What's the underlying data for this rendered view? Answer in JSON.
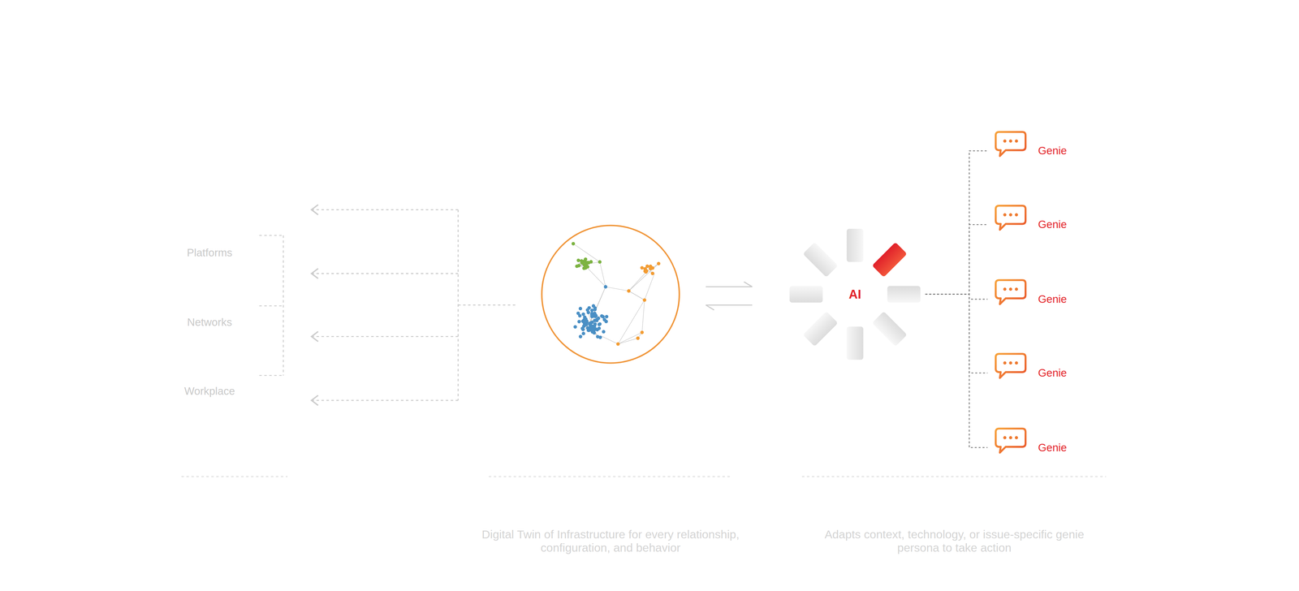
{
  "diagram": {
    "nodes": [
      {
        "text": [
          "AI"
        ]
      },
      {
        "text": [
          "Genie"
        ]
      },
      {
        "text": [
          "Genie"
        ]
      },
      {
        "text": [
          "Genie"
        ]
      },
      {
        "text": [
          "Genie"
        ]
      },
      {
        "text": [
          "Genie"
        ]
      }
    ],
    "edges": [
      {
        "from": 0,
        "to": 1,
        "arrow": "none"
      },
      {
        "from": 0,
        "to": 2,
        "arrow": "none"
      },
      {
        "from": 0,
        "to": 3,
        "arrow": "none"
      },
      {
        "from": 0,
        "to": 4,
        "arrow": "none"
      },
      {
        "from": 0,
        "to": 5,
        "arrow": "none"
      }
    ],
    "labels": [
      "Platforms",
      "Networks",
      "Workplace",
      "Digital Twin of Infrastructure for every relationship, configuration, and behavior",
      "Adapts context, technology, or issue-specific genie persona to take action"
    ]
  }
}
